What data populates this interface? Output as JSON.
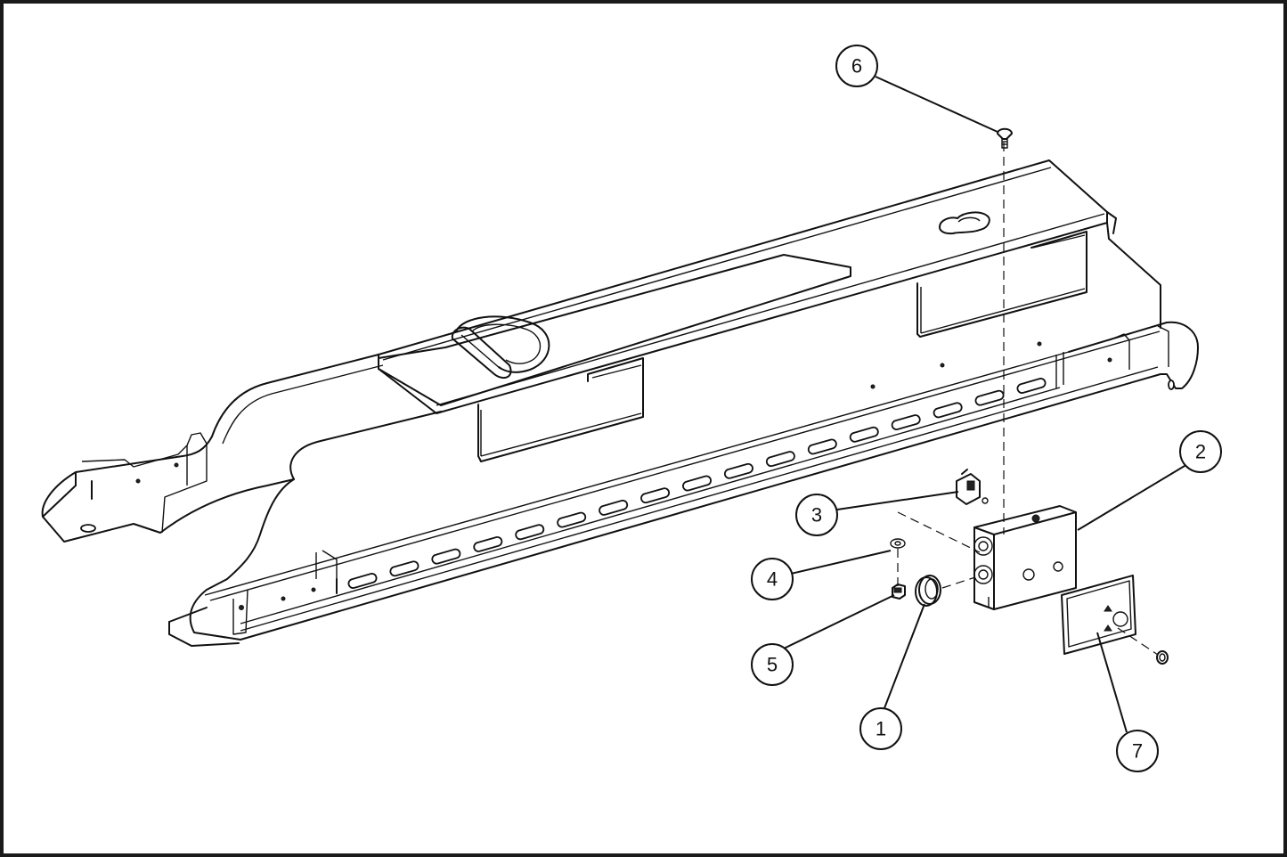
{
  "callouts": [
    {
      "label": "1"
    },
    {
      "label": "2"
    },
    {
      "label": "3"
    },
    {
      "label": "4"
    },
    {
      "label": "5"
    },
    {
      "label": "6"
    },
    {
      "label": "7"
    }
  ],
  "colors": {
    "line": "#111111",
    "background": "#ffffff",
    "border": "#1a1a1a"
  }
}
